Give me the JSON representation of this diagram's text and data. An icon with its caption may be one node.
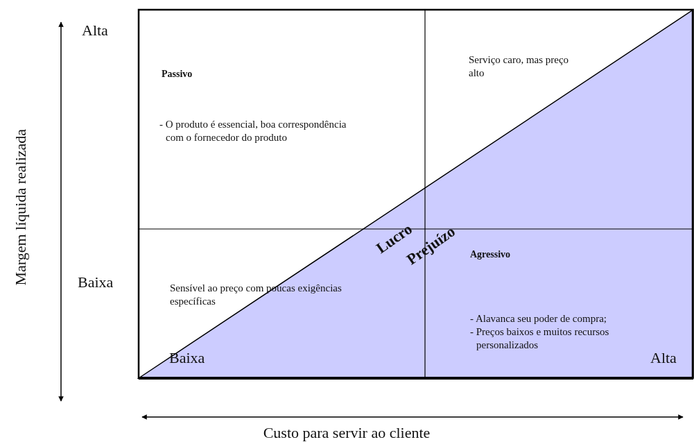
{
  "diagram": {
    "labels": [
      "Alta",
      "Margem líquida realizada",
      "Passivo",
      "- O produto é essencial, boa correspondência com o fornecedor do produto",
      "Serviço caro, mas preço alto",
      "Lucro",
      "Prejuízo",
      "Agressivo",
      "Baixa",
      "Sensível ao preço com poucas exigências específicas",
      "- Alavanca seu poder de compra;",
      "- Preços baixos e muitos recursos personalizados",
      "Baixa",
      "Alta",
      "Custo para servir ao cliente"
    ]
  }
}
